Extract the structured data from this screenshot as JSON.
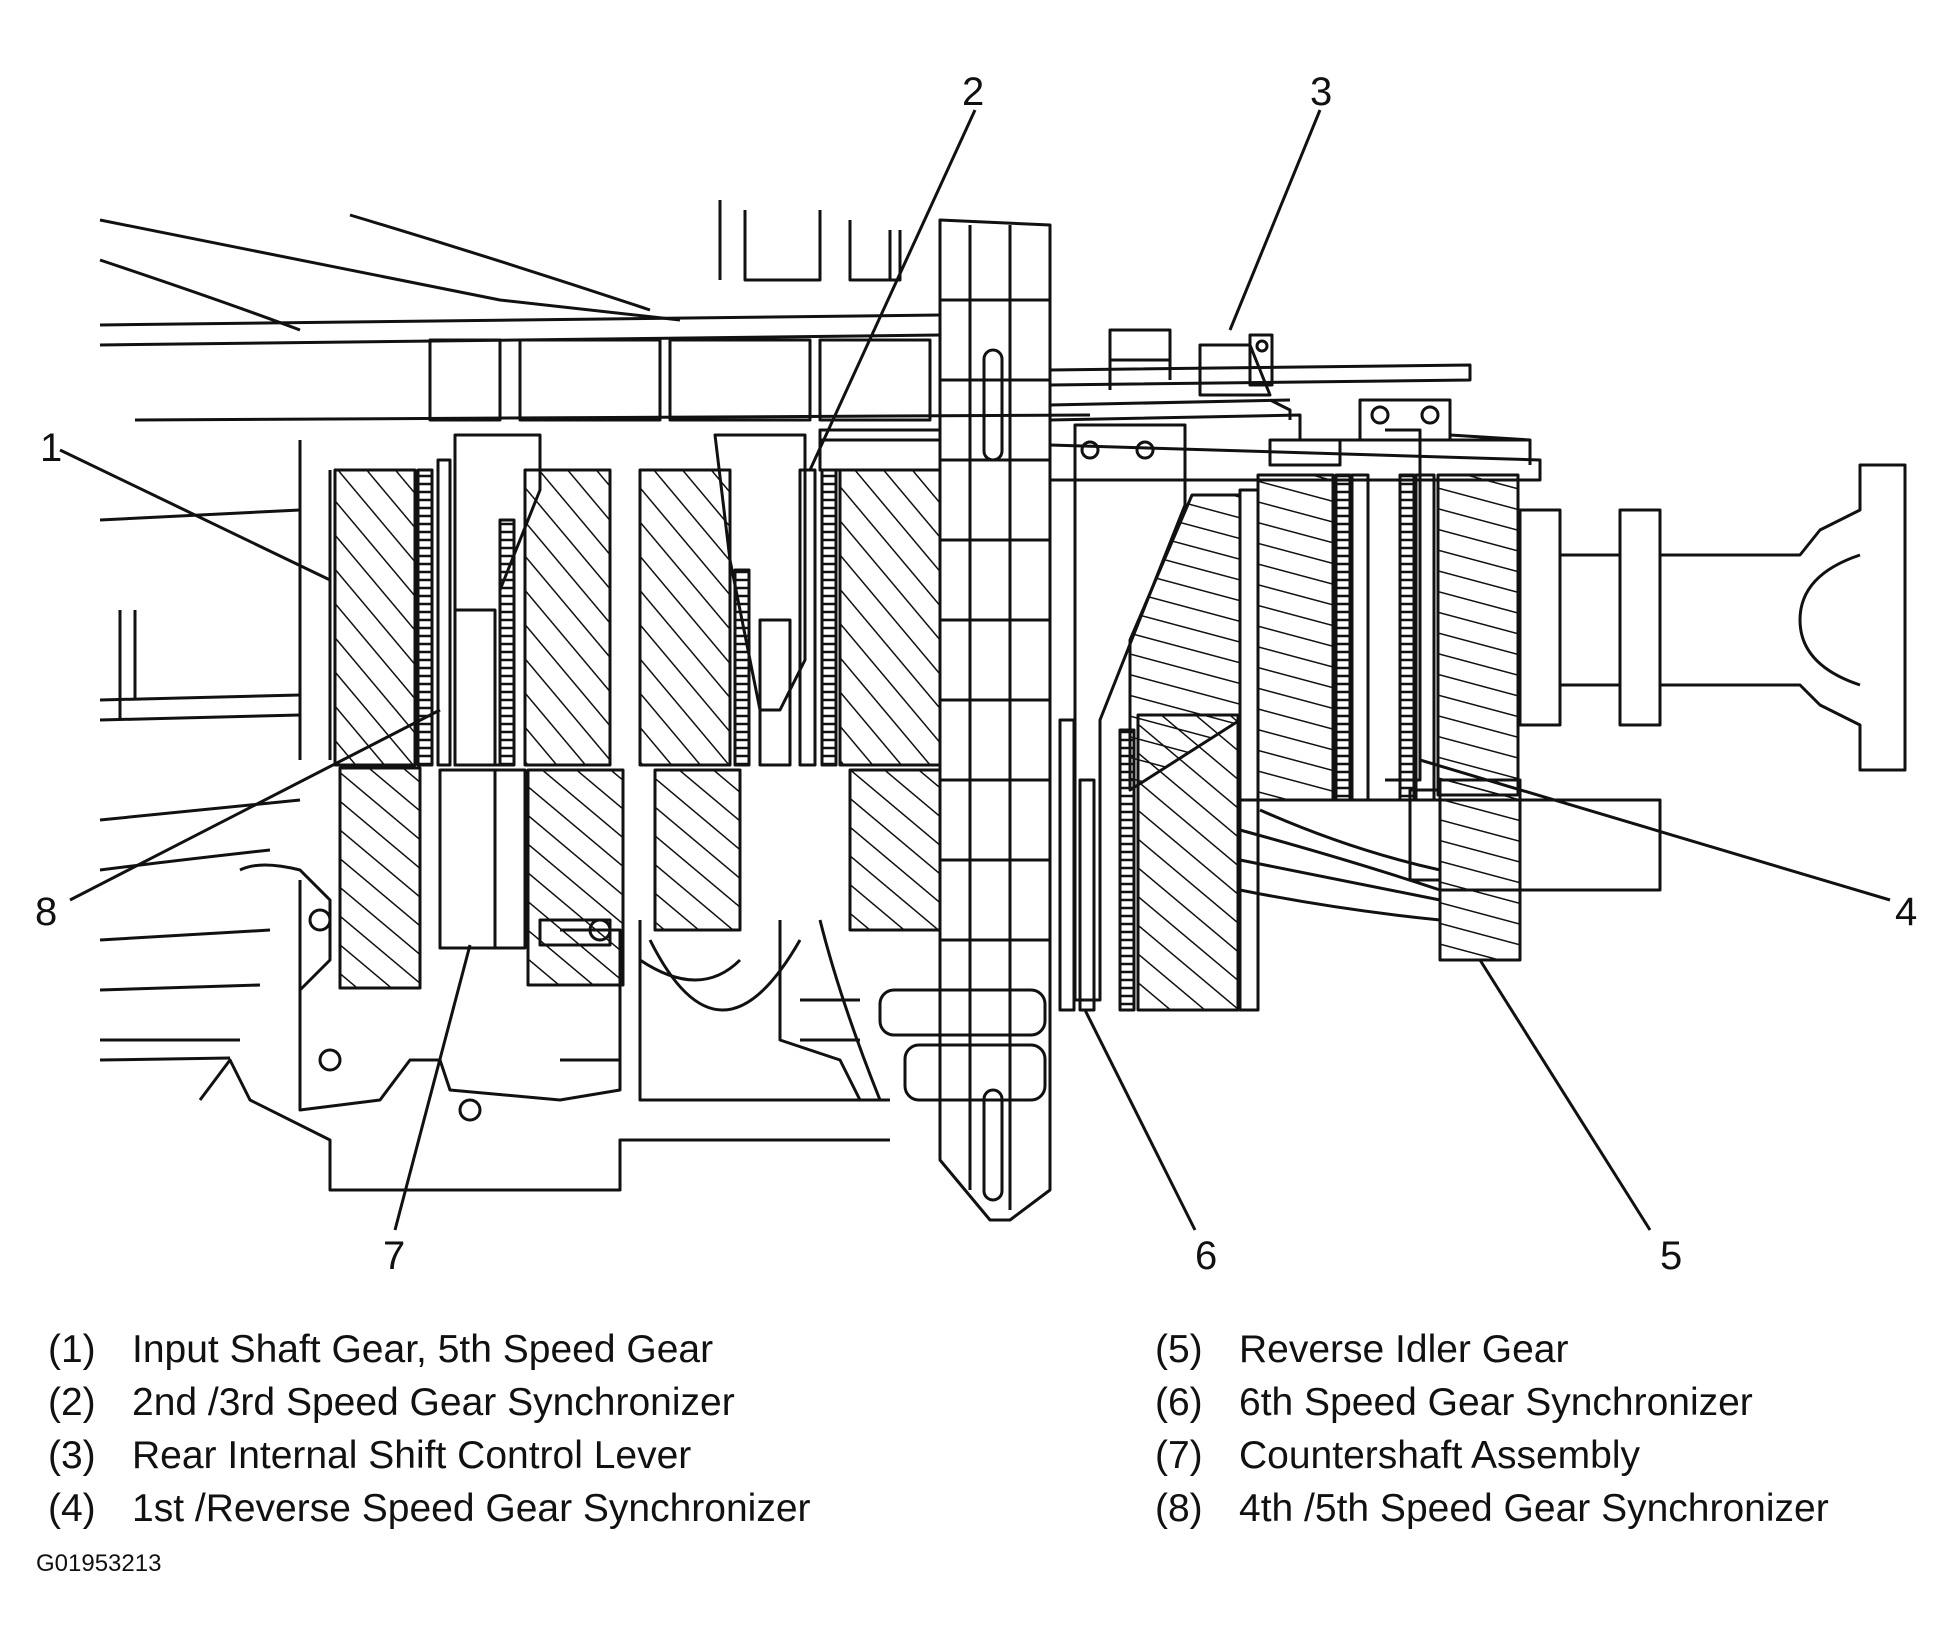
{
  "diagram": {
    "callouts": [
      "1",
      "2",
      "3",
      "4",
      "5",
      "6",
      "7",
      "8"
    ],
    "legend": [
      {
        "num": "(1)",
        "label": "Input Shaft Gear, 5th Speed Gear"
      },
      {
        "num": "(2)",
        "label": "2nd /3rd Speed Gear Synchronizer"
      },
      {
        "num": "(3)",
        "label": "Rear Internal Shift Control Lever"
      },
      {
        "num": "(4)",
        "label": "1st /Reverse Speed Gear Synchronizer"
      },
      {
        "num": "(5)",
        "label": "Reverse Idler Gear"
      },
      {
        "num": "(6)",
        "label": "6th Speed Gear Synchronizer"
      },
      {
        "num": "(7)",
        "label": "Countershaft Assembly"
      },
      {
        "num": "(8)",
        "label": "4th /5th Speed Gear Synchronizer"
      }
    ],
    "figure_id": "G01953213",
    "colors": {
      "line": "#111111",
      "background": "#ffffff"
    }
  }
}
